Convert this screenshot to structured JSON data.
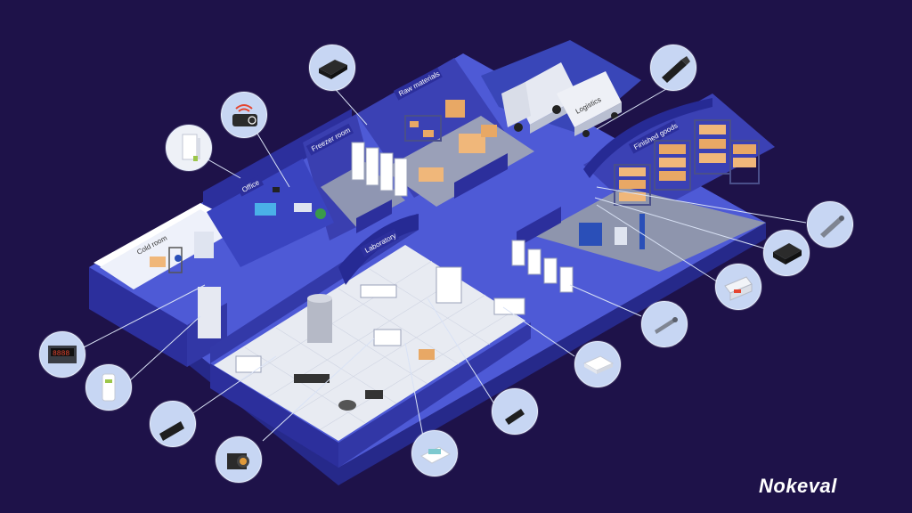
{
  "background_color": "#1e1249",
  "floor_color": "#4e5ad6",
  "wall_color": "#2c2f9c",
  "rooms": {
    "raw_materials": "Raw materials",
    "freezer_room": "Freezer room",
    "office": "Office",
    "cold_room": "Cold room",
    "laboratory": "Laboratory",
    "finished_goods": "Finished goods",
    "logistics": "Logistics"
  },
  "brand": "Nokeval",
  "callouts": [
    {
      "icon": "black-sensor-box-icon"
    },
    {
      "icon": "wireless-display-icon"
    },
    {
      "icon": "wall-transmitter-icon"
    },
    {
      "icon": "usb-logger-icon"
    },
    {
      "icon": "probe-sensor-icon"
    },
    {
      "icon": "black-sensor-box-icon"
    },
    {
      "icon": "din-rail-module-icon"
    },
    {
      "icon": "probe-sensor-icon"
    },
    {
      "icon": "white-sensor-box-icon"
    },
    {
      "icon": "usb-logger-icon"
    },
    {
      "icon": "panel-meter-icon"
    },
    {
      "icon": "wall-sensor-icon"
    },
    {
      "icon": "usb-logger-icon"
    },
    {
      "icon": "camera-sensor-icon"
    },
    {
      "icon": "scale-display-icon"
    }
  ]
}
